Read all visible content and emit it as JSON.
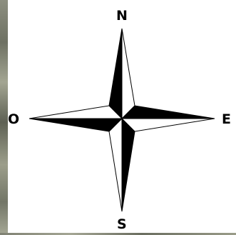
{
  "compass": {
    "north": "N",
    "south": "S",
    "west": "O",
    "east": "E",
    "icon": "compass-rose-icon",
    "colors": {
      "fill_dark": "#000000",
      "fill_light": "#ffffff",
      "stroke": "#000000"
    }
  }
}
